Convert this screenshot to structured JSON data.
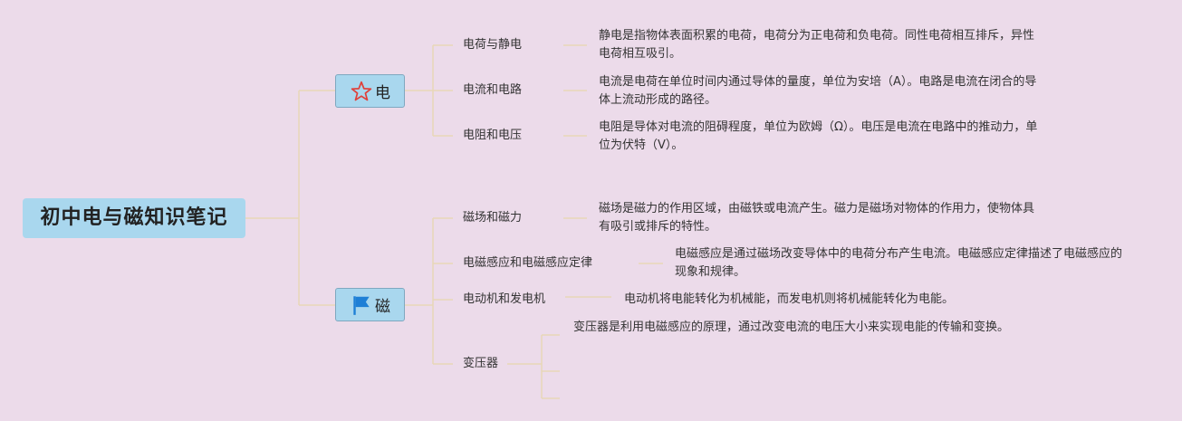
{
  "colors": {
    "background": "#ecdbea",
    "node_fill": "#a9d7ee",
    "line": "#e8d7b8",
    "star": "#e0403a",
    "flag": "#1e7fd6"
  },
  "root": {
    "label": "初中电与磁知识笔记"
  },
  "branches": [
    {
      "label": "电",
      "icon": "star-icon",
      "topics": [
        {
          "label": "电荷与静电",
          "note": "静电是指物体表面积累的电荷，电荷分为正电荷和负电荷。同性电荷相互排斥，异性电荷相互吸引。"
        },
        {
          "label": "电流和电路",
          "note": "电流是电荷在单位时间内通过导体的量度，单位为安培（A）。电路是电流在闭合的导体上流动形成的路径。"
        },
        {
          "label": "电阻和电压",
          "note": "电阻是导体对电流的阻碍程度，单位为欧姆（Ω）。电压是电流在电路中的推动力，单位为伏特（V）。"
        }
      ]
    },
    {
      "label": "磁",
      "icon": "flag-icon",
      "topics": [
        {
          "label": "磁场和磁力",
          "note": "磁场是磁力的作用区域，由磁铁或电流产生。磁力是磁场对物体的作用力，使物体具有吸引或排斥的特性。"
        },
        {
          "label": "电磁感应和电磁感应定律",
          "note": "电磁感应是通过磁场改变导体中的电荷分布产生电流。电磁感应定律描述了电磁感应的现象和规律。"
        },
        {
          "label": "电动机和发电机",
          "note": "电动机将电能转化为机械能，而发电机则将机械能转化为电能。"
        },
        {
          "label": "变压器",
          "note": "变压器是利用电磁感应的原理，通过改变电流的电压大小来实现电能的传输和变换。"
        }
      ]
    }
  ]
}
